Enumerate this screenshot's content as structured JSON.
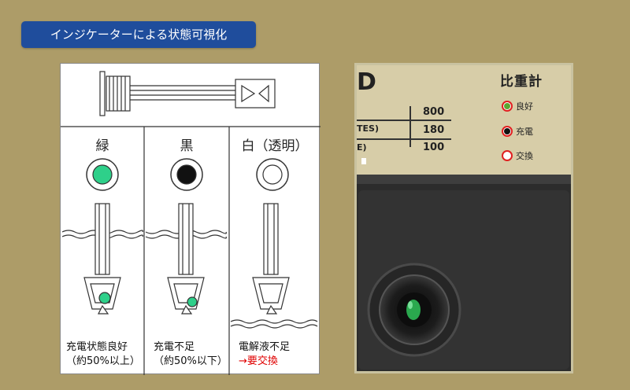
{
  "banner": {
    "title": "インジケーターによる状態可視化"
  },
  "diagram": {
    "columns": [
      {
        "label": "緑",
        "caption_line1": "充電状態良好",
        "caption_line2": "（約50%以上）",
        "indicator_color": "#2ed08a"
      },
      {
        "label": "黒",
        "caption_line1": "充電不足",
        "caption_line2": "（約50%以下）",
        "indicator_color": "#111111"
      },
      {
        "label": "白（透明）",
        "caption_line1": "電解液不足",
        "caption_line2": "→要交換",
        "indicator_color": "#ffffff"
      }
    ],
    "caption_alert_color": "#e00000"
  },
  "photo": {
    "plate_numbers": [
      "800",
      "180",
      "100"
    ],
    "plate_partial_labels": [
      "TES)",
      "E)"
    ],
    "plate_partial_letter": "D",
    "sg_title": "比重計",
    "sg_items": [
      {
        "label": "良好",
        "color": "#5aa832"
      },
      {
        "label": "充電",
        "color": "#111111"
      },
      {
        "label": "交換",
        "color": "#ffffff"
      }
    ]
  }
}
